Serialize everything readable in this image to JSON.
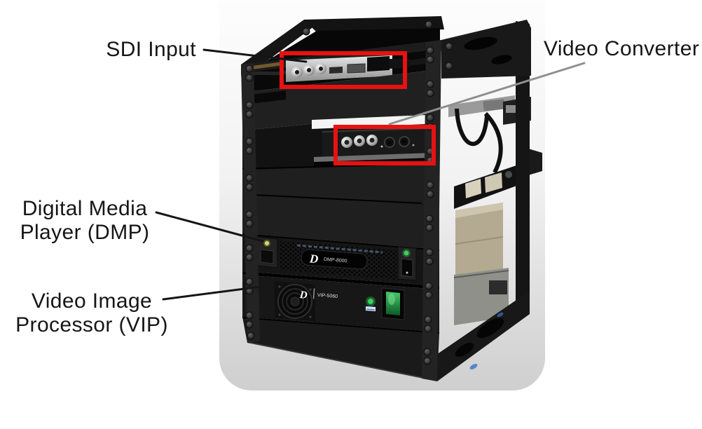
{
  "figure": {
    "description": "Photo of a black open-frame equipment rack on a gray rounded backdrop with four labeled components"
  },
  "labels": {
    "sdi_input": "SDI Input",
    "video_converter": "Video Converter",
    "dmp_line1": "Digital Media",
    "dmp_line2": "Player (DMP)",
    "vip_line1": "Video Image",
    "vip_line2": "Processor (VIP)"
  },
  "devices": {
    "brand_letter": "D",
    "dmp_model": "DMP-8000",
    "vip_model": "VIP-5060"
  },
  "colors": {
    "highlight_box_red": "#e81111",
    "label_text": "#161616",
    "leader_line_dark": "#151515",
    "leader_line_gray": "#8f8f8f",
    "rack_black": "#1c1c1c",
    "backdrop_gray_bottom": "#cfcfcf",
    "led_green": "#3bd05e",
    "led_yellow": "#d6de5f",
    "power_switch_green": "#2ea24e"
  }
}
